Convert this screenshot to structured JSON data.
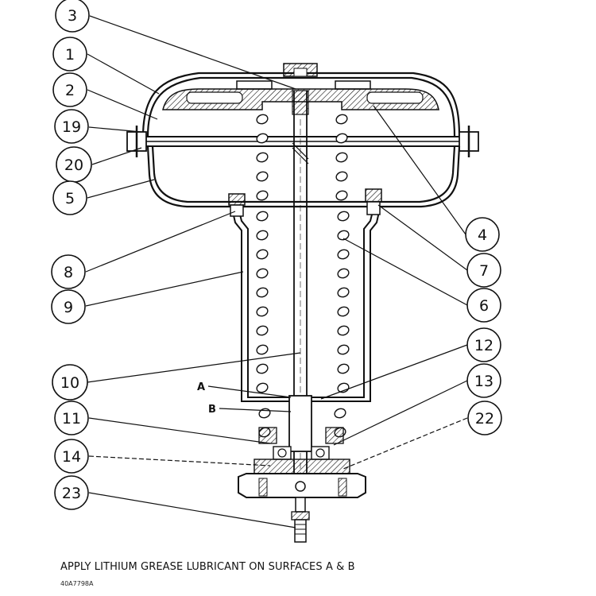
{
  "callouts": {
    "c3": "3",
    "c1": "1",
    "c2": "2",
    "c19": "19",
    "c20": "20",
    "c5": "5",
    "c4": "4",
    "c7": "7",
    "c8": "8",
    "c9": "9",
    "c6": "6",
    "c10": "10",
    "c12": "12",
    "c11": "11",
    "c13": "13",
    "c14": "14",
    "c22": "22",
    "c23": "23"
  },
  "surfaces": {
    "a": "A",
    "b": "B"
  },
  "caption": "APPLY LITHIUM GREASE LUBRICANT ON SURFACES A & B",
  "drawing_number": "40A7798A"
}
